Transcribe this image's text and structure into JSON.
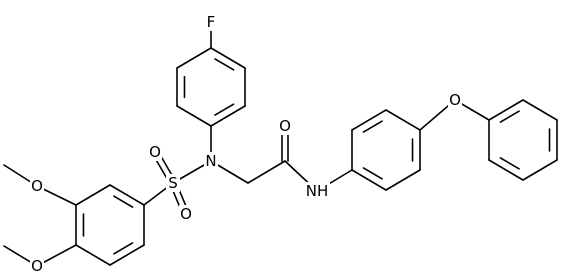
{
  "molecule": {
    "atoms": {
      "fluorine": "F",
      "sulfonyl_nitrogen": "N",
      "sulfur": "S",
      "sulfonyl_oxygen_top": "O",
      "sulfonyl_oxygen_bottom": "O",
      "methoxy_oxygen_3": "O",
      "methoxy_oxygen_4": "O",
      "carbonyl_oxygen": "O",
      "amide_nitrogen": "NH",
      "ether_oxygen": "O"
    }
  }
}
